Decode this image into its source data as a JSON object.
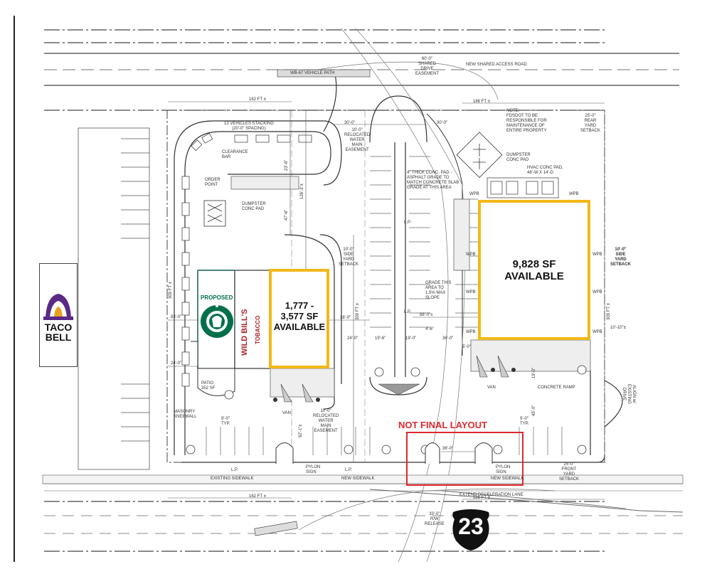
{
  "tenants": {
    "taco_bell": {
      "line1": "TACO",
      "line2": "BELL",
      "color": "#5b2a86"
    },
    "starbucks": {
      "proposed": "PROPOSED",
      "color": "#00704a"
    },
    "wild_bills": {
      "name": "WILD BILL'S",
      "sub": "TOBACCO",
      "color": "#b01e23"
    }
  },
  "spaces": {
    "small": {
      "line1": "1,777 -",
      "line2": "3,577 SF",
      "line3": "AVAILABLE"
    },
    "large": {
      "line1": "9,828 SF",
      "line2": "AVAILABLE"
    },
    "accent": "#f2b818"
  },
  "banner": {
    "text": "NOT FINAL LAYOUT",
    "color": "#e0282e"
  },
  "highway": {
    "number": "23"
  },
  "roads": {
    "shared_access": "NEW SHARED ACCESS ROAD",
    "existing_sidewalk": "EXISTING SIDEWALK",
    "new_sidewalk": "NEW SIDEWALK",
    "decel_lane": "EXTEND DECELERATION LANE",
    "wb67": "WB-67 VEHICLE PATH"
  },
  "notes": {
    "stacking_1": "13 VEHICLES STACKING",
    "stacking_2": "(20'-0\" SPACING)",
    "clearance_1": "CLEARANCE",
    "clearance_2": "BAR",
    "order_1": "ORDER",
    "order_2": "POINT",
    "dumpster_1": "DUMPSTER",
    "dumpster_2": "CONC PAD",
    "water_1": "10'-0\"",
    "water_2": "RELOCATED",
    "water_3": "WATER",
    "water_4": "MAIN",
    "water_5": "EASEMENT",
    "fdot_1": "NOTE:",
    "fdot_2": "FDSDOT TO BE",
    "fdot_3": "RESPONSIBLE FOR",
    "fdot_4": "MAINTENANCE OF",
    "fdot_5": "ENTIRE PROPERTY",
    "hvac_1": "HVAC CONC PAD,",
    "hvac_2": "48'-W X 14'-D",
    "conc_1": "4\" THICK CONC. PAD -",
    "conc_2": "ASPHALT GRADE TO",
    "conc_3": "MATCH CONCRETE SLAB",
    "conc_4": "GRADE AT THIS AREA",
    "grade_1": "GRADE THIS",
    "grade_2": "AREA TO",
    "grade_3": "1.5% MAX",
    "grade_4": "SLOPE",
    "side_yard_1": "10'-0\"",
    "side_yard_2": "SIDE",
    "side_yard_3": "YARD",
    "side_yard_4": "SETBACK",
    "patio_1": "PATIO",
    "patio_2": "352 SF",
    "masonry_1": "MASONRY",
    "masonry_2": "KNEEWALL",
    "concrete_ramp": "CONCRETE RAMP",
    "van": "VAN",
    "pylon_1": "PYLON",
    "pylon_2": "SIGN",
    "typ": "TYP.",
    "lp": "L.P.",
    "wpb": "WPB",
    "align_1": "ALIGN w/",
    "align_2": "EXISTING",
    "align_3": "DRIVE",
    "rear_1": "25'-0\"",
    "rear_2": "REAR",
    "rear_3": "YARD",
    "rear_4": "SETBACK",
    "front_1": "25'-0\"",
    "front_2": "FRONT",
    "front_3": "YARD",
    "front_4": "SETBACK",
    "shared_drive_1": "60'-0\"",
    "shared_drive_2": "SHARED",
    "shared_drive_3": "DRIVE",
    "shared_drive_4": "EASEMENT",
    "release_1": "33'-0\"",
    "release_2": "R/W",
    "release_3": "RELEASE"
  },
  "dims": {
    "d162_top": "162 FT ±",
    "d186_top": "186 FT ±",
    "d162_bot": "162 FT ±",
    "d186_bot": "186 FT ±",
    "d30a": "30'-0\"",
    "d30b": "30'-0\"",
    "d83": "83'-0\"",
    "d28": "28'-0\"",
    "d88": "88'-0\"±",
    "d24a": "24'-0\"",
    "d24b": "24'-0\"",
    "d19a": "19'-6\"",
    "d19b": "19'-0\"",
    "d45": "4'-6\"",
    "d36a": "36'-0\"",
    "d36b": "36'-0\"",
    "d5": "5'-0\"",
    "d9a": "9'-0\"",
    "d9b": "9'-0\"",
    "d10": "10'-10\"±",
    "d309a": "309 FT ±",
    "d309b": "309 FT ±",
    "d309c": "309 FT ±",
    "d92": "92'-1\"±",
    "d126": "126'-3\"±",
    "d47": "47'-6\"",
    "d23": "23'-6\"",
    "d19c": "19'-0\"",
    "d45b": "45'-0\""
  }
}
